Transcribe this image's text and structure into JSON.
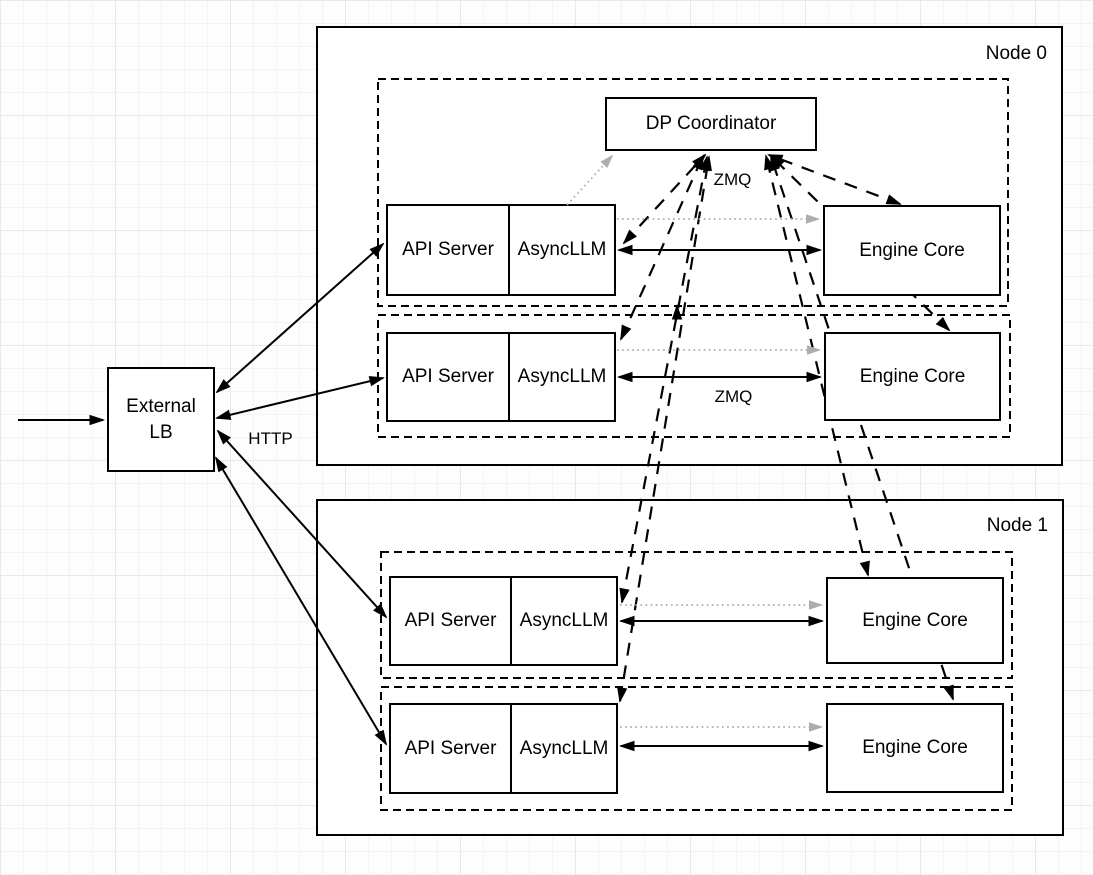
{
  "colors": {
    "line": "#000000",
    "spawn_line": "#adadad",
    "box_fill": "#ffffff",
    "grid_minor": "#f3f3f3",
    "grid_major": "#e9e9e9"
  },
  "external_lb": {
    "label": "External LB"
  },
  "coordinator": {
    "label": "DP Coordinator"
  },
  "labels": {
    "http": "HTTP",
    "zmq_coordinator": "ZMQ",
    "zmq_engine": "ZMQ"
  },
  "nodes": [
    {
      "label": "Node 0",
      "replicas": [
        {
          "api_server": "API Server",
          "async_llm": "AsyncLLM",
          "engine_core": "Engine Core"
        },
        {
          "api_server": "API Server",
          "async_llm": "AsyncLLM",
          "engine_core": "Engine Core"
        }
      ]
    },
    {
      "label": "Node 1",
      "replicas": [
        {
          "api_server": "API Server",
          "async_llm": "AsyncLLM",
          "engine_core": "Engine Core"
        },
        {
          "api_server": "API Server",
          "async_llm": "AsyncLLM",
          "engine_core": "Engine Core"
        }
      ]
    }
  ],
  "connections": [
    {
      "from": "client",
      "to": "external_lb",
      "style": "solid",
      "direction": "one_way"
    },
    {
      "from": "external_lb",
      "to": "node0_api_server_0",
      "style": "solid",
      "direction": "two_way",
      "protocol": "HTTP"
    },
    {
      "from": "external_lb",
      "to": "node0_api_server_1",
      "style": "solid",
      "direction": "two_way",
      "protocol": "HTTP"
    },
    {
      "from": "external_lb",
      "to": "node1_api_server_0",
      "style": "solid",
      "direction": "two_way",
      "protocol": "HTTP"
    },
    {
      "from": "external_lb",
      "to": "node1_api_server_1",
      "style": "solid",
      "direction": "two_way",
      "protocol": "HTTP"
    },
    {
      "from": "node0_async_llm_0",
      "to": "node0_engine_core_0",
      "style": "solid",
      "direction": "two_way",
      "protocol": "ZMQ"
    },
    {
      "from": "node0_async_llm_1",
      "to": "node0_engine_core_1",
      "style": "solid",
      "direction": "two_way",
      "protocol": "ZMQ"
    },
    {
      "from": "node1_async_llm_0",
      "to": "node1_engine_core_0",
      "style": "solid",
      "direction": "two_way",
      "protocol": "ZMQ"
    },
    {
      "from": "node1_async_llm_1",
      "to": "node1_engine_core_1",
      "style": "solid",
      "direction": "two_way",
      "protocol": "ZMQ"
    },
    {
      "from": "node0_async_llm_0",
      "to": "dp_coordinator",
      "style": "dashed",
      "direction": "two_way",
      "protocol": "ZMQ"
    },
    {
      "from": "node0_async_llm_1",
      "to": "dp_coordinator",
      "style": "dashed",
      "direction": "two_way",
      "protocol": "ZMQ"
    },
    {
      "from": "node1_async_llm_0",
      "to": "dp_coordinator",
      "style": "dashed",
      "direction": "two_way",
      "protocol": "ZMQ"
    },
    {
      "from": "node1_async_llm_1",
      "to": "dp_coordinator",
      "style": "dashed",
      "direction": "two_way",
      "protocol": "ZMQ"
    },
    {
      "from": "dp_coordinator",
      "to": "node0_engine_core_0",
      "style": "dashed",
      "direction": "two_way",
      "protocol": "ZMQ"
    },
    {
      "from": "dp_coordinator",
      "to": "node0_engine_core_1",
      "style": "dashed",
      "direction": "two_way",
      "protocol": "ZMQ"
    },
    {
      "from": "dp_coordinator",
      "to": "node1_engine_core_0",
      "style": "dashed",
      "direction": "two_way",
      "protocol": "ZMQ"
    },
    {
      "from": "dp_coordinator",
      "to": "node1_engine_core_1",
      "style": "dashed",
      "direction": "two_way",
      "protocol": "ZMQ"
    },
    {
      "from": "node0_async_llm_0",
      "to": "dp_coordinator",
      "style": "gray_dotted",
      "direction": "one_way"
    },
    {
      "from": "node0_async_llm_0",
      "to": "node0_engine_core_0",
      "style": "gray_dotted",
      "direction": "one_way"
    },
    {
      "from": "node0_async_llm_1",
      "to": "node0_engine_core_1",
      "style": "gray_dotted",
      "direction": "one_way"
    },
    {
      "from": "node1_async_llm_0",
      "to": "node1_engine_core_0",
      "style": "gray_dotted",
      "direction": "one_way"
    },
    {
      "from": "node1_async_llm_1",
      "to": "node1_engine_core_1",
      "style": "gray_dotted",
      "direction": "one_way"
    }
  ]
}
